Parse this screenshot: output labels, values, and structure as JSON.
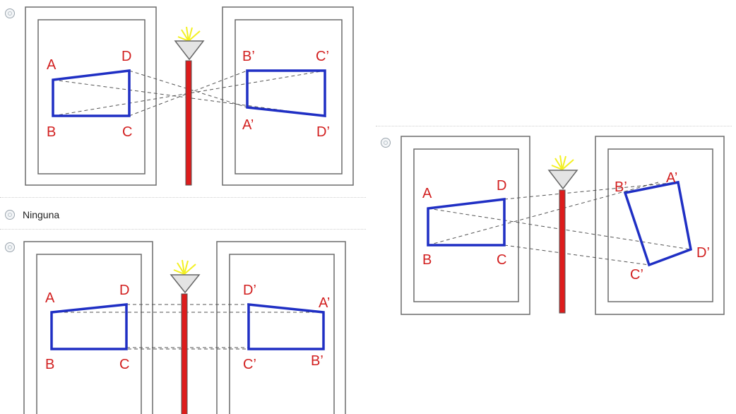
{
  "option_a": {
    "labels": {
      "A": "A",
      "B": "B",
      "C": "C",
      "D": "D",
      "A2": "A’",
      "B2": "B’",
      "C2": "C’",
      "D2": "D’"
    }
  },
  "option_none": {
    "label": "Ninguna"
  },
  "option_c": {
    "labels": {
      "A": "A",
      "B": "B",
      "C": "C",
      "D": "D",
      "A2": "A’",
      "B2": "B’",
      "C2": "C’",
      "D2": "D’"
    }
  },
  "option_d": {
    "labels": {
      "A": "A",
      "B": "B",
      "C": "C",
      "D": "D",
      "A2": "A’",
      "B2": "B’",
      "C2": "C’",
      "D2": "D’"
    }
  },
  "colors": {
    "shape": "#1f2fc4",
    "candle": "#dd1c1c",
    "label": "#d22020",
    "flame": "#f3f022",
    "frame": "#6b6b6b"
  }
}
